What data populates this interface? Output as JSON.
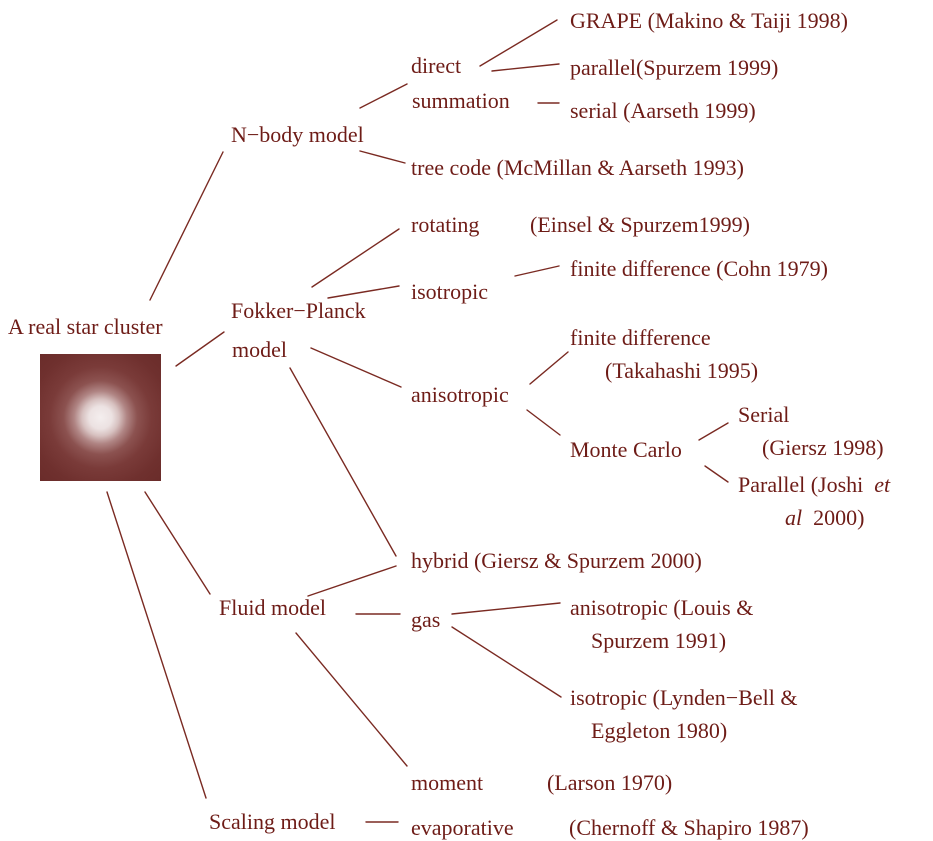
{
  "root": "A real star cluster",
  "nbody": {
    "label": "N−body model",
    "direct_line1": "direct",
    "direct_line2": "summation",
    "grape": "GRAPE  (Makino & Taiji 1998)",
    "parallel": "parallel(Spurzem 1999)",
    "serial": "serial  (Aarseth 1999)",
    "tree": "tree code  (McMillan & Aarseth 1993)"
  },
  "fp": {
    "label_line1": "Fokker−Planck",
    "label_line2": "model",
    "rotating": "rotating",
    "rotating_ref": "(Einsel & Spurzem1999)",
    "isotropic": "isotropic",
    "iso_fd": "finite difference (Cohn 1979)",
    "anisotropic": "anisotropic",
    "aniso_fd_line1": "finite difference",
    "aniso_fd_line2": "(Takahashi 1995)",
    "monte_carlo": "Monte Carlo",
    "mc_serial_line1": "Serial",
    "mc_serial_line2": "(Giersz 1998)",
    "mc_parallel_line1_a": "Parallel (Joshi",
    "mc_parallel_line1_b": "et",
    "mc_parallel_line2_a": "al",
    "mc_parallel_line2_b": "2000)"
  },
  "hybrid": "hybrid  (Giersz & Spurzem 2000)",
  "fluid": {
    "label": "Fluid model",
    "gas": "gas",
    "gas_aniso_line1": "anisotropic (Louis &",
    "gas_aniso_line2": "Spurzem 1991)",
    "gas_iso_line1": "isotropic (Lynden−Bell &",
    "gas_iso_line2": "Eggleton 1980)",
    "moment": "moment",
    "moment_ref": "(Larson 1970)"
  },
  "scaling": {
    "label": "Scaling model",
    "evaporative": "evaporative",
    "evaporative_ref": "(Chernoff & Shapiro 1987)"
  },
  "colors": {
    "text": "#6e1c17",
    "lines": "#7a2a22",
    "cluster_core": "#f4eeee",
    "cluster_edge": "#6a2c2a"
  }
}
